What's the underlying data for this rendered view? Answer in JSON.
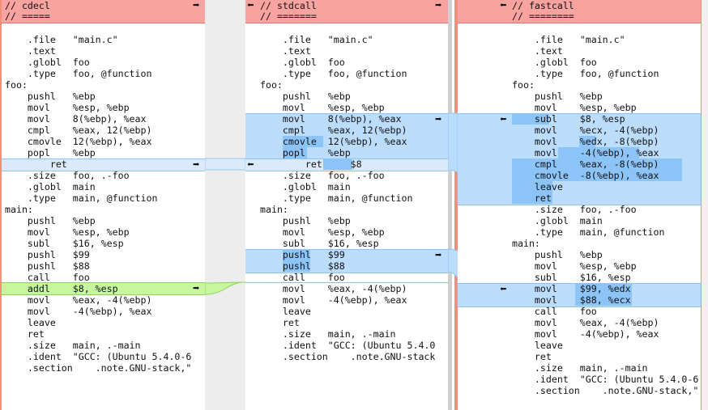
{
  "colors": {
    "header_bg": "#f9a3a0",
    "change_band": "#bcdcfc",
    "change_word": "#8cc4f8",
    "insert_band": "#c6f7a0",
    "border_left": "#f0907a"
  },
  "icons": {
    "left": "left-arrow-icon",
    "right": "right-arrow-icon"
  },
  "panes": [
    {
      "header": [
        "// cdecl",
        "// ====="
      ],
      "lines": [
        "",
        "    .file   \"main.c\"",
        "    .text",
        "    .globl  foo",
        "    .type   foo, @function",
        "foo:",
        "    pushl   %ebp",
        "    movl    %esp, %ebp",
        "    movl    8(%ebp), %eax",
        "    cmpl    %eax, 12(%ebp)",
        "    cmovle  12(%ebp), %eax",
        "    popl    %ebp",
        "        ret",
        "    .size   foo, .-foo",
        "    .globl  main",
        "    .type   main, @function",
        "main:",
        "    pushl   %ebp",
        "    movl    %esp, %ebp",
        "    subl    $16, %esp",
        "    pushl   $99",
        "    pushl   $88",
        "    call    foo",
        "    addl    $8, %esp",
        "    movl    %eax, -4(%ebp)",
        "    movl    -4(%ebp), %eax",
        "    leave",
        "    ret",
        "    .size   main, .-main",
        "    .ident  \"GCC: (Ubuntu 5.4.0-6",
        "    .section    .note.GNU-stack,\""
      ]
    },
    {
      "header": [
        "// stdcall",
        "// ======="
      ],
      "lines": [
        "",
        "    .file   \"main.c\"",
        "    .text",
        "    .globl  foo",
        "    .type   foo, @function",
        "foo:",
        "    pushl   %ebp",
        "    movl    %esp, %ebp",
        "    movl    8(%ebp), %eax",
        "    cmpl    %eax, 12(%ebp)",
        "    cmovle  12(%ebp), %eax",
        "    popl    %ebp",
        "        ret     $8",
        "    .size   foo, .-foo",
        "    .globl  main",
        "    .type   main, @function",
        "main:",
        "    pushl   %ebp",
        "    movl    %esp, %ebp",
        "    subl    $16, %esp",
        "    pushl   $99",
        "    pushl   $88",
        "    call    foo",
        "    movl    %eax, -4(%ebp)",
        "    movl    -4(%ebp), %eax",
        "    leave",
        "    ret",
        "    .size   main, .-main",
        "    .ident  \"GCC: (Ubuntu 5.4.0",
        "    .section    .note.GNU-stack"
      ]
    },
    {
      "header": [
        "// fastcall",
        "// ========"
      ],
      "lines": [
        "",
        "    .file   \"main.c\"",
        "    .text",
        "    .globl  foo",
        "    .type   foo, @function",
        "foo:",
        "    pushl   %ebp",
        "    movl    %esp, %ebp",
        "    subl    $8, %esp",
        "    movl    %ecx, -4(%ebp)",
        "    movl    %edx, -8(%ebp)",
        "    movl    -4(%ebp), %eax",
        "    cmpl    %eax, -8(%ebp)",
        "    cmovle  -8(%ebp), %eax",
        "    leave",
        "    ret",
        "    .size   foo, .-foo",
        "    .globl  main",
        "    .type   main, @function",
        "main:",
        "    pushl   %ebp",
        "    movl    %esp, %ebp",
        "    subl    $16, %esp",
        "    movl    $99, %edx",
        "    movl    $88, %ecx",
        "    call    foo",
        "    movl    %eax, -4(%ebp)",
        "    movl    -4(%ebp), %eax",
        "    leave",
        "    ret",
        "    .size   main, .-main",
        "    .ident  \"GCC: (Ubuntu 5.4.0-6",
        "    .section    .note.GNU-stack,\""
      ]
    }
  ]
}
